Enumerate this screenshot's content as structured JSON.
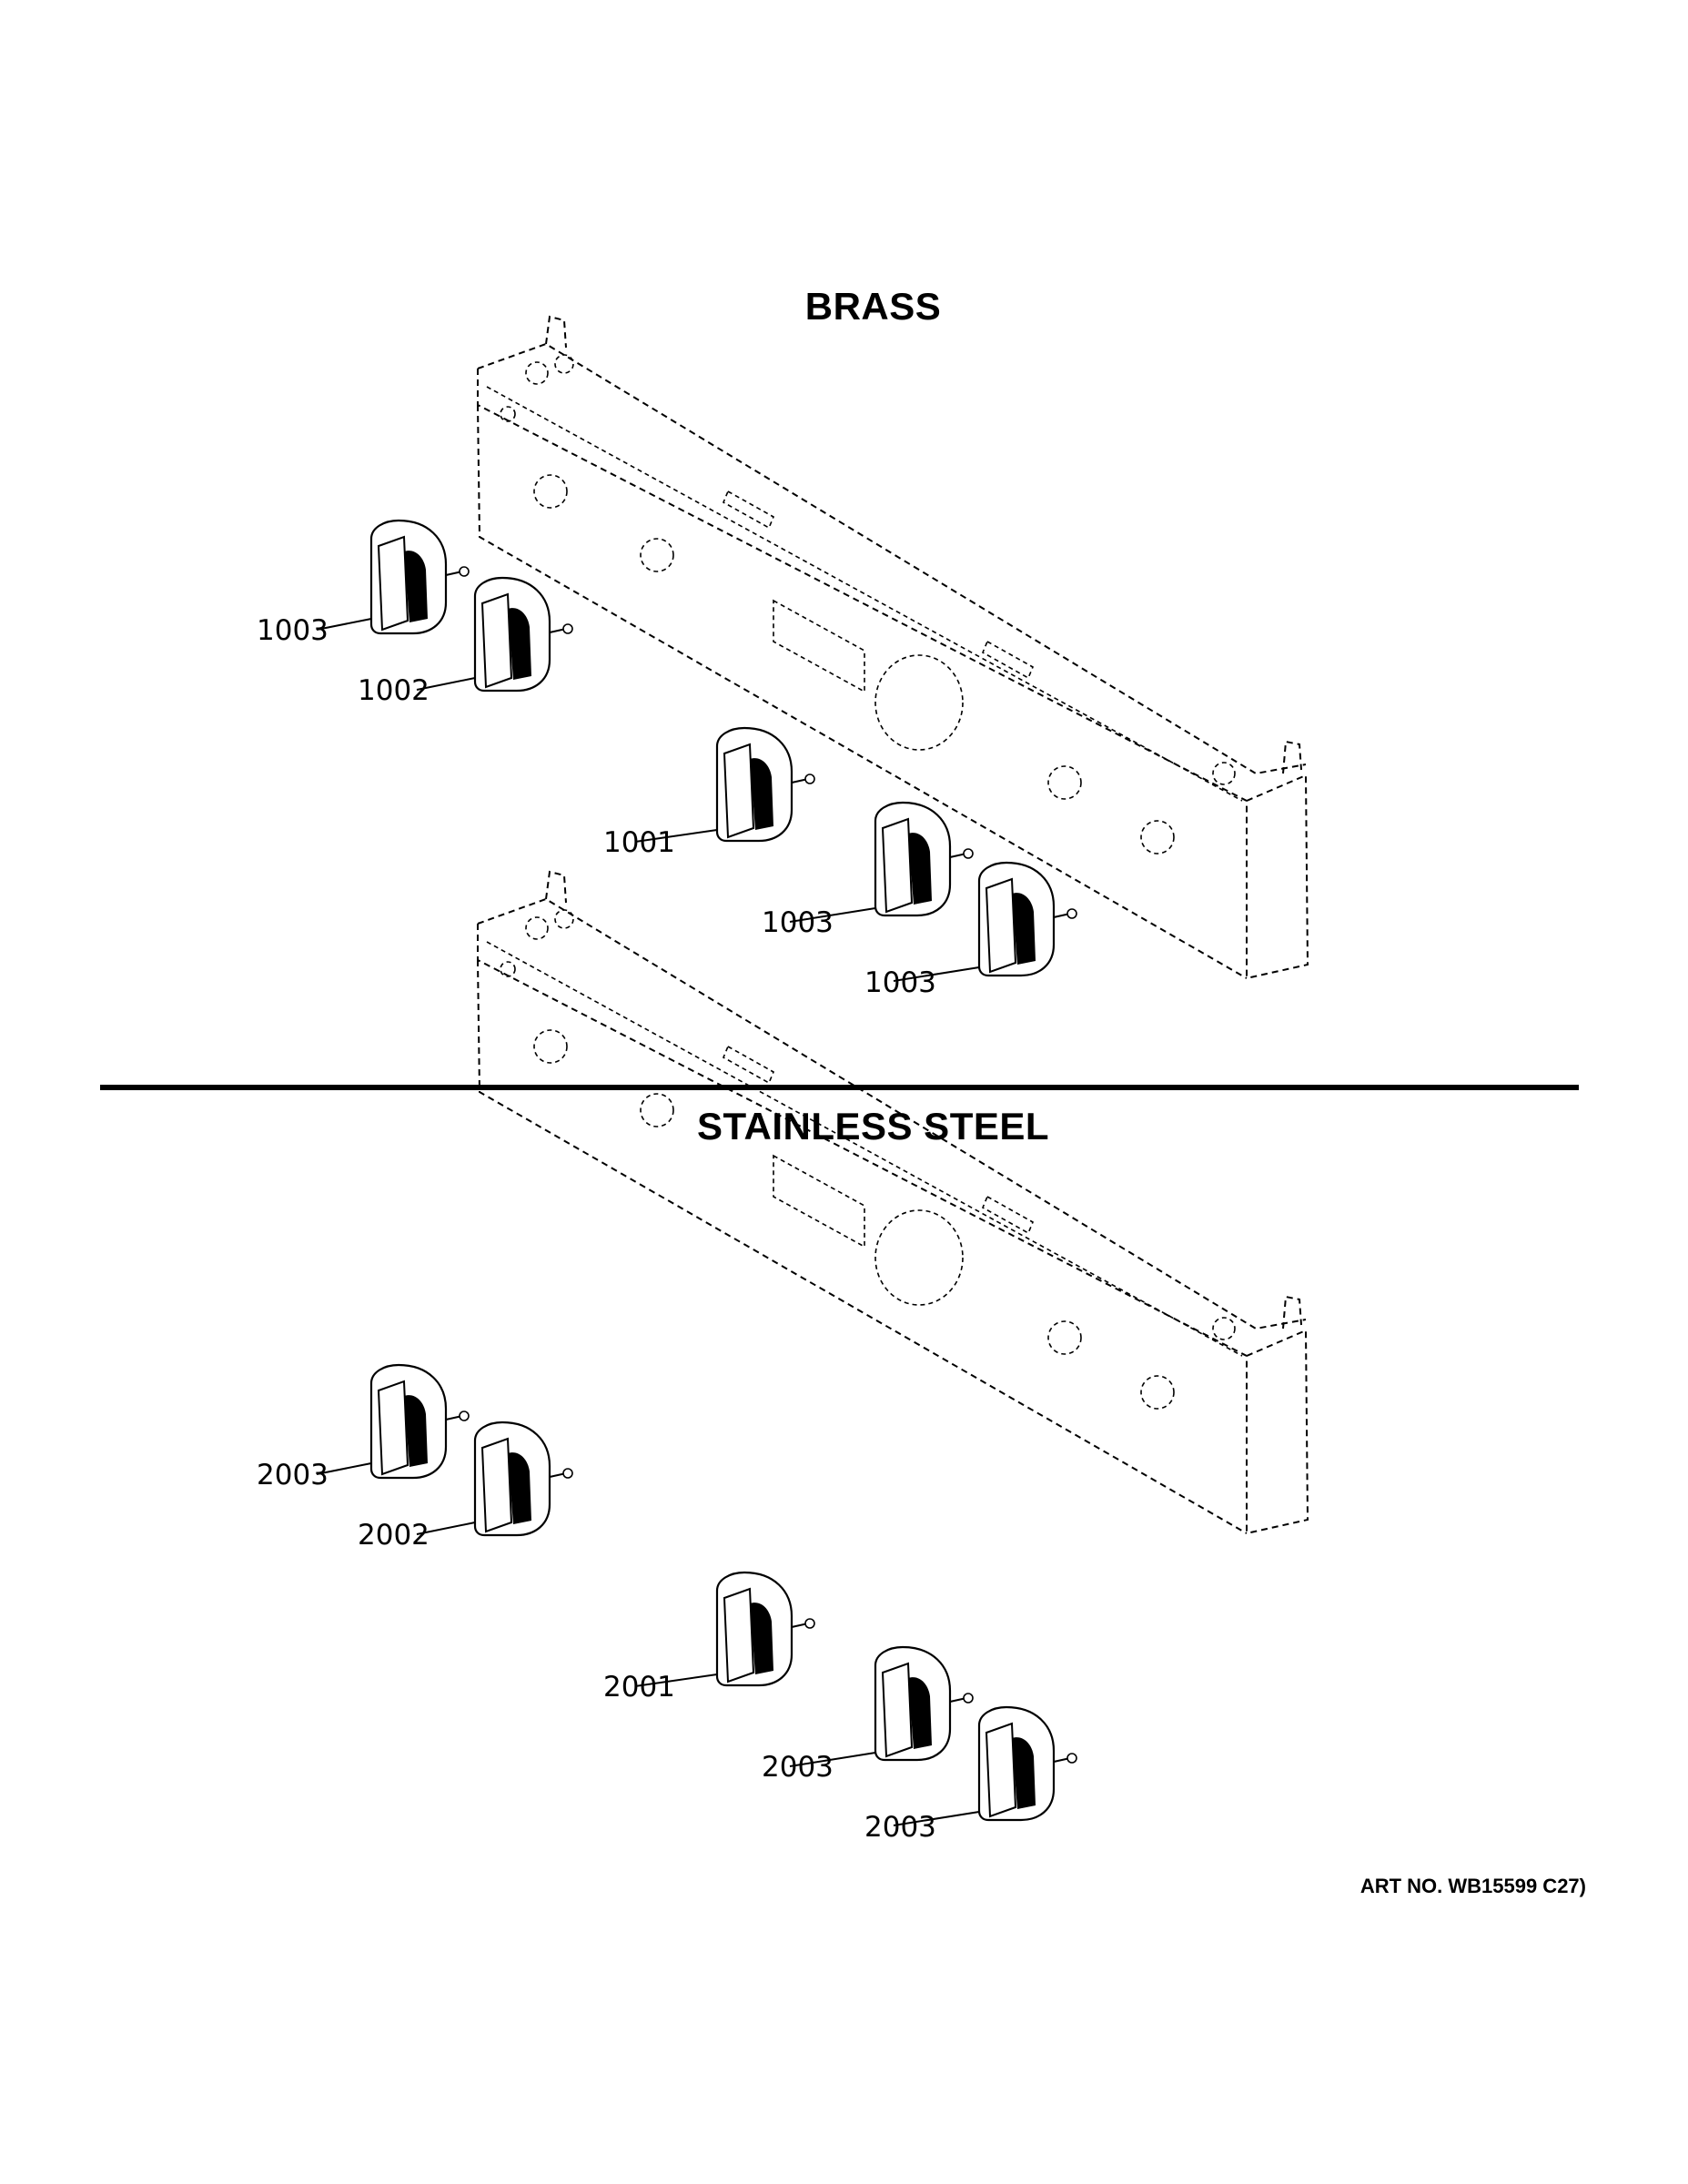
{
  "sections": [
    {
      "title": "BRASS",
      "callouts": [
        "1003",
        "1002",
        "1001",
        "1003",
        "1003"
      ]
    },
    {
      "title": "STAINLESS STEEL",
      "callouts": [
        "2003",
        "2002",
        "2001",
        "2003",
        "2003"
      ]
    }
  ],
  "art_number": "ART NO. WB15599 C27)"
}
